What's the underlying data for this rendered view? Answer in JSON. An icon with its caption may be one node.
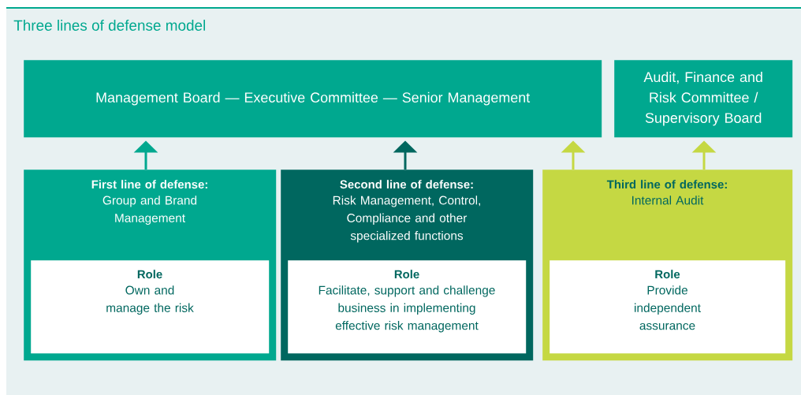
{
  "diagram": {
    "title": "Three lines of defense model",
    "nodes": [
      {
        "text": [
          "Management Board — Executive Committee — Senior Management"
        ]
      },
      {
        "text": [
          "Audit, Finance and Risk Committee / Supervisory Board"
        ]
      },
      {
        "text": [
          "First line of defense:",
          "Group and Brand Management"
        ]
      },
      {
        "text": [
          "Role",
          "Own and manage the risk"
        ],
        "in": 2
      },
      {
        "text": [
          "Second line of defense:",
          "Risk Management, Control, Compliance and other specialized functions"
        ]
      },
      {
        "text": [
          "Role",
          "Facilitate, support and challenge business in implementing effective risk management"
        ],
        "in": 4
      },
      {
        "text": [
          "Third line of defense:",
          "Internal Audit"
        ]
      },
      {
        "text": [
          "Role",
          "Provide independent assurance"
        ],
        "in": 6
      }
    ],
    "edges": [
      {
        "from": 2,
        "to": 0,
        "arrow": "to",
        "color": "#00a88f"
      },
      {
        "from": 4,
        "to": 0,
        "arrow": "to",
        "color": "#00675f"
      },
      {
        "from": 6,
        "to": 0,
        "arrow": "to",
        "color": "#c5d843"
      },
      {
        "from": 6,
        "to": 1,
        "arrow": "to",
        "color": "#c5d843"
      }
    ]
  }
}
